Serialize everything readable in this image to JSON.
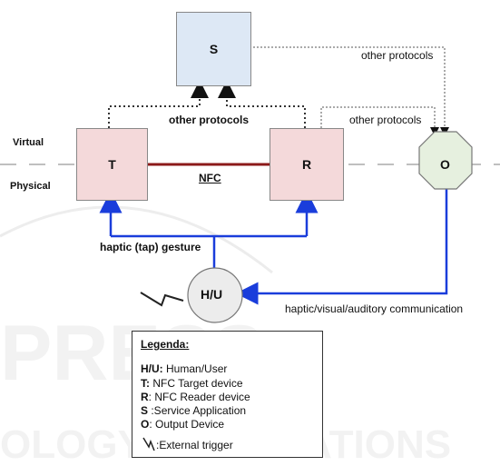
{
  "side_labels": {
    "virtual": "Virtual",
    "physical": "Physical"
  },
  "nodes": {
    "S": "S",
    "T": "T",
    "R": "R",
    "O": "O",
    "HU": "H/U"
  },
  "edge_labels": {
    "nfc": "NFC",
    "tr_to_s": "other protocols",
    "s_to_o": "other protocols",
    "r_to_o": "other protocols",
    "haptic_gesture": "haptic (tap) gesture",
    "hu_comm": "haptic/visual/auditory communication"
  },
  "legend": {
    "title": "Legenda:",
    "items": [
      {
        "key": "H/U:",
        "text": " Human/User"
      },
      {
        "key": "T:",
        "text": "  NFC Target device"
      },
      {
        "key": "R",
        "text": ": NFC Reader device"
      },
      {
        "key": "S",
        "text": " :Service Application"
      },
      {
        "key": "O",
        "text": ": Output Device"
      }
    ],
    "trigger_text": ":External trigger"
  },
  "watermark": [
    "PRESS",
    "OLOGY PUBLICATIONS"
  ],
  "colors": {
    "s_fill": "#dde8f5",
    "tr_fill": "#f4d9da",
    "o_fill": "#e6f0df",
    "hu_fill": "#ececec",
    "nfc_line": "#8b1a1a",
    "haptic_line": "#1a3ddb",
    "dotted": "#555555"
  }
}
